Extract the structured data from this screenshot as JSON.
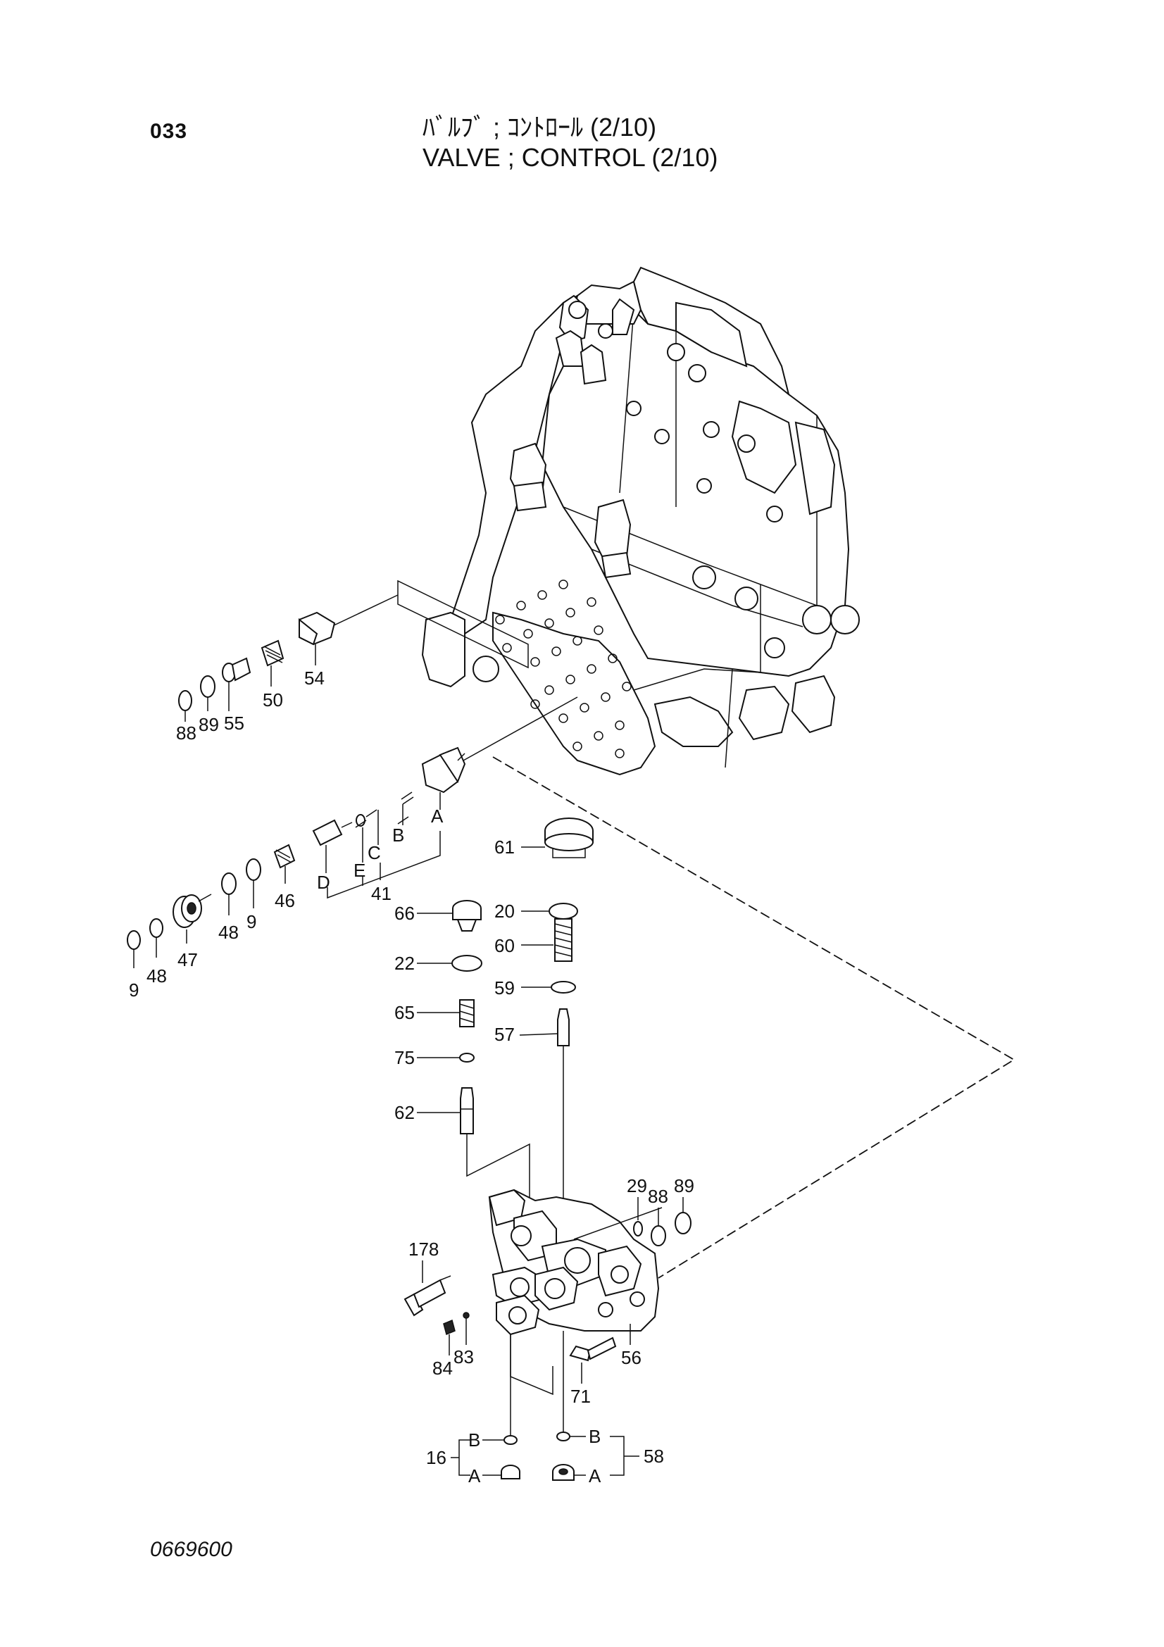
{
  "header": {
    "page_number": "033",
    "title_jp": "ﾊﾞﾙﾌﾞ ; ｺﾝﾄﾛｰﾙ (2/10)",
    "title_en": "VALVE ; CONTROL (2/10)"
  },
  "footer": {
    "doc_code": "0669600"
  },
  "callouts": {
    "c54": "54",
    "c50": "50",
    "c55": "55",
    "c88a": "88",
    "c89a": "89",
    "cA1": "A",
    "cB1": "B",
    "cC1": "C",
    "cE1": "E",
    "cD1": "D",
    "c41": "41",
    "c46": "46",
    "c9a": "9",
    "c48a": "48",
    "c47": "47",
    "c48b": "48",
    "c9b": "9",
    "c61": "61",
    "c20": "20",
    "c60": "60",
    "c59": "59",
    "c57": "57",
    "c66": "66",
    "c22": "22",
    "c65": "65",
    "c75": "75",
    "c62": "62",
    "c29": "29",
    "c88b": "88",
    "c89b": "89",
    "c178": "178",
    "c84": "84",
    "c83": "83",
    "c71": "71",
    "c56": "56",
    "c16": "16",
    "cB16": "B",
    "cA16": "A",
    "c58": "58",
    "cB58": "B",
    "cA58": "A"
  }
}
